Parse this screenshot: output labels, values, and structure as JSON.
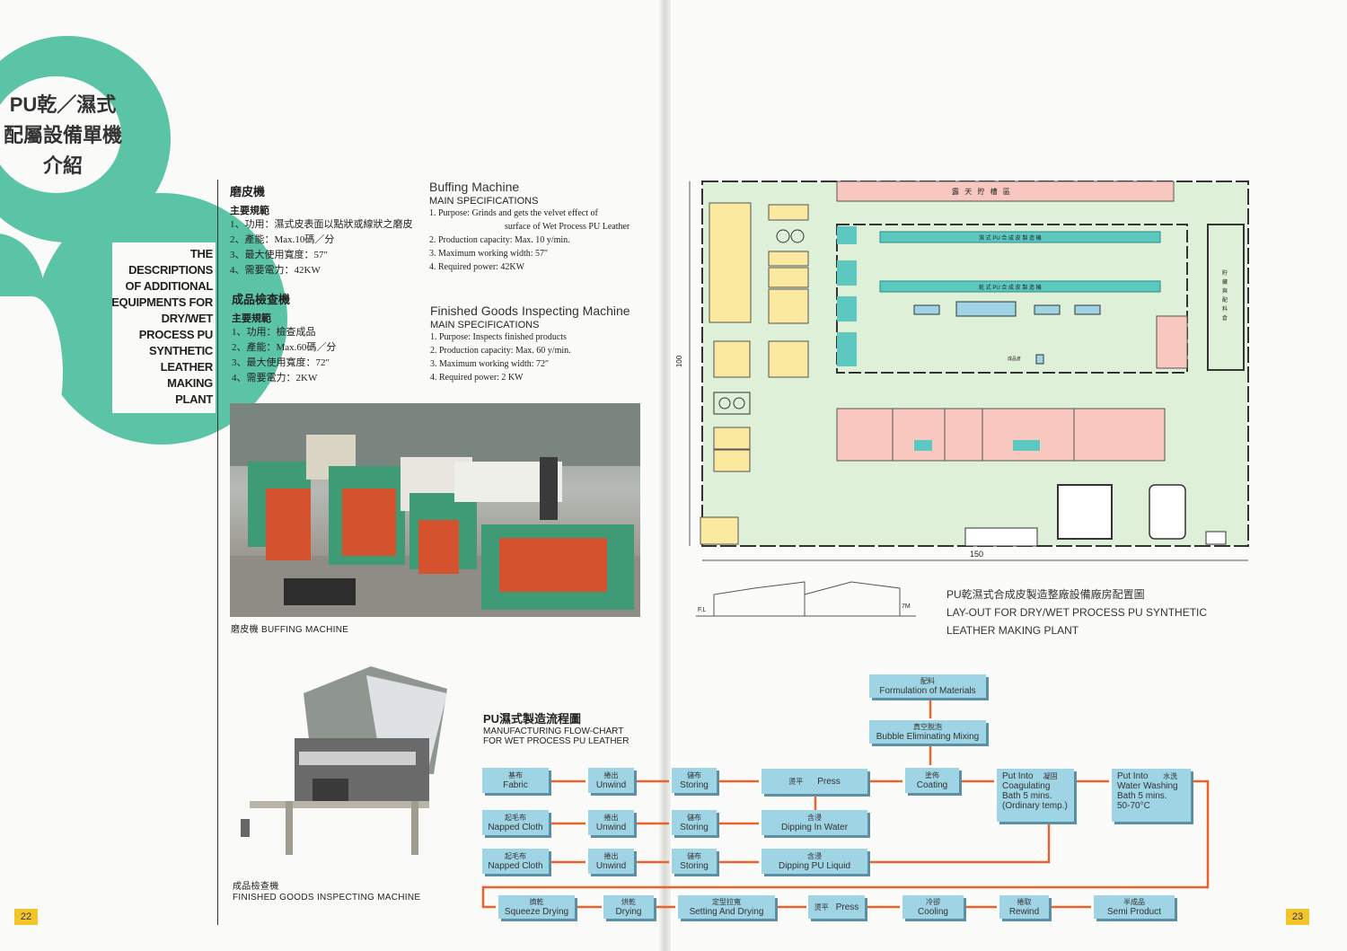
{
  "left_page": {
    "title_line1": "PU乾／濕式",
    "title_line2": "配屬設備單機",
    "title_line3": "介紹",
    "side_title": [
      "THE",
      "DESCRIPTIONS",
      "OF ADDITIONAL",
      "EQUIPMENTS FOR",
      "DRY/WET",
      "PROCESS PU",
      "SYNTHETIC",
      "LEATHER",
      "MAKING",
      "PLANT"
    ],
    "buffing_zh": {
      "title": "磨皮機",
      "sub": "主要規範",
      "lines": [
        "1、功用：濕式皮表面以點狀或線狀之磨皮",
        "2、產能：Max.10碼／分",
        "3、最大使用寬度：57″",
        "4、需要電力：42KW"
      ]
    },
    "inspect_zh": {
      "title": "成品檢查機",
      "sub": "主要規範",
      "lines": [
        "1、功用：檢查成品",
        "2、產能：Max.60碼／分",
        "3、最大使用寬度：72″",
        "4、需要電力：2KW"
      ]
    },
    "buffing_en": {
      "title": "Buffing Machine",
      "sub": "MAIN SPECIFICATIONS",
      "lines": [
        "1. Purpose: Grinds and gets the velvet effect of",
        "surface of Wet Process PU Leather",
        "2. Production capacity: Max. 10 y/min.",
        "3. Maximum working width: 57″",
        "4. Required power: 42KW"
      ]
    },
    "inspect_en": {
      "title": "Finished Goods Inspecting Machine",
      "sub": "MAIN SPECIFICATIONS",
      "lines": [
        "1. Purpose: Inspects finished products",
        "2. Production capacity: Max. 60 y/min.",
        "3. Maximum working width: 72″",
        "4. Required power: 2 KW"
      ]
    },
    "caption_buffing": "磨皮機 BUFFING MACHINE",
    "caption_inspect_zh": "成品檢查機",
    "caption_inspect_en": "FINISHED GOODS INSPECTING MACHINE",
    "page_number": "22"
  },
  "flowchart": {
    "title_zh": "PU濕式製造流程圖",
    "title_en1": "MANUFACTURING FLOW-CHART",
    "title_en2": "FOR WET PROCESS PU LEATHER",
    "boxes": {
      "formulation": {
        "zh": "配料",
        "en": "Formulation of Materials"
      },
      "bubble": {
        "zh": "真空脫泡",
        "en": "Bubble Eliminating Mixing"
      },
      "fabric": {
        "zh": "基布",
        "en": "Fabric"
      },
      "unwind1": {
        "zh": "捲出",
        "en": "Unwind"
      },
      "storing1": {
        "zh": "儲布",
        "en": "Storing"
      },
      "press1": {
        "zh": "燙平",
        "en": "Press"
      },
      "coating": {
        "zh": "塗佈",
        "en": "Coating"
      },
      "coag": {
        "zh": "凝固",
        "en1": "Put Into",
        "en2": "Coagulating",
        "en3": "Bath 5 mins.",
        "en4": "(Ordinary temp.)"
      },
      "wash": {
        "zh": "水洗",
        "en1": "Put Into",
        "en2": "Water Washing",
        "en3": "Bath 5 mins.",
        "en4": "50-70°C"
      },
      "napped1": {
        "zh": "起毛布",
        "en": "Napped Cloth"
      },
      "unwind2": {
        "zh": "捲出",
        "en": "Unwind"
      },
      "storing2": {
        "zh": "儲布",
        "en": "Storing"
      },
      "dipwater": {
        "zh": "含浸",
        "en": "Dipping In Water"
      },
      "napped2": {
        "zh": "起毛布",
        "en": "Napped Cloth"
      },
      "unwind3": {
        "zh": "捲出",
        "en": "Unwind"
      },
      "storing3": {
        "zh": "儲布",
        "en": "Storing"
      },
      "dippu": {
        "zh": "含浸",
        "en": "Dipping PU Liquid"
      },
      "squeeze": {
        "zh": "擠乾",
        "en": "Squeeze Drying"
      },
      "drying": {
        "zh": "烘乾",
        "en": "Drying"
      },
      "setting": {
        "zh": "定型拉寬",
        "en": "Setting And Drying"
      },
      "press2": {
        "zh": "燙平",
        "en": "Press"
      },
      "cooling": {
        "zh": "冷卻",
        "en": "Cooling"
      },
      "rewind": {
        "zh": "捲取",
        "en": "Rewind"
      },
      "semi": {
        "zh": "半成品",
        "en": "Semi Product"
      }
    }
  },
  "right_page": {
    "dim_height": "100",
    "dim_width": "150",
    "section_fl": "F.L",
    "section_tm": "7M",
    "caption_zh": "PU乾濕式合成皮製造整廠設備廠房配置圖",
    "caption_en1": "LAY-OUT FOR DRY/WET PROCESS PU SYNTHETIC",
    "caption_en2": "LEATHER MAKING PLANT",
    "page_number": "23",
    "plan_labels": {
      "top_bar": "露 天 貯 槽 區",
      "line1": "濕 式 PU 合 成 皮 製 造 機",
      "line2": "乾 式 PU 合 成 皮 製 造 機",
      "right_bar": "貯藏與配料倉",
      "warehouse": "成品倉"
    },
    "colors": {
      "plan_bg": "#dff0d8",
      "plan_yellow": "#fbe9a0",
      "plan_pink": "#f7c7c0",
      "plan_line": "#5cc8c0",
      "flow_box": "#9fd4e4",
      "arrow": "#e8642c",
      "gear": "#5cc4a6"
    }
  }
}
